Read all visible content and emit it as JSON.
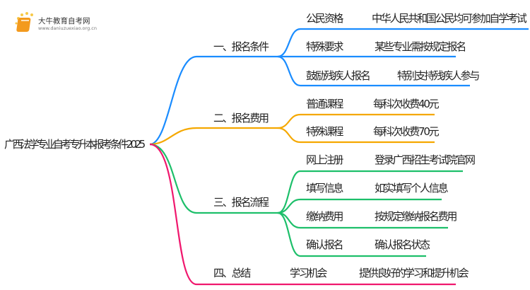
{
  "logo": {
    "title": "大牛教育自考网",
    "url": "www.daniuzuexiao.org.cn"
  },
  "root": "广西法学专业自考专升本报考条件2025",
  "colors": {
    "blue": "#1a8cff",
    "orange": "#f5a800",
    "green": "#1dbf6a",
    "pink": "#f0186e"
  },
  "branches": [
    {
      "label": "一、报名条件",
      "children": [
        {
          "label": "公民资格",
          "detail": "中华人民共和国公民均可参加自学考试"
        },
        {
          "label": "特殊要求",
          "detail": "某些专业需按规定报名"
        },
        {
          "label": "鼓励残疾人报名",
          "detail": "特别支持残疾人参与"
        }
      ]
    },
    {
      "label": "二、报名费用",
      "children": [
        {
          "label": "普通课程",
          "detail": "每科次收费40元"
        },
        {
          "label": "特殊课程",
          "detail": "每科次收费70元"
        }
      ]
    },
    {
      "label": "三、报名流程",
      "children": [
        {
          "label": "网上注册",
          "detail": "登录广西招生考试院官网"
        },
        {
          "label": "填写信息",
          "detail": "如实填写个人信息"
        },
        {
          "label": "缴纳费用",
          "detail": "按规定缴纳报名费用"
        },
        {
          "label": "确认报名",
          "detail": "确认报名状态"
        }
      ]
    },
    {
      "label": "四、总结",
      "children": [
        {
          "label": "学习机会",
          "detail": "提供良好的学习和提升机会"
        }
      ]
    }
  ]
}
